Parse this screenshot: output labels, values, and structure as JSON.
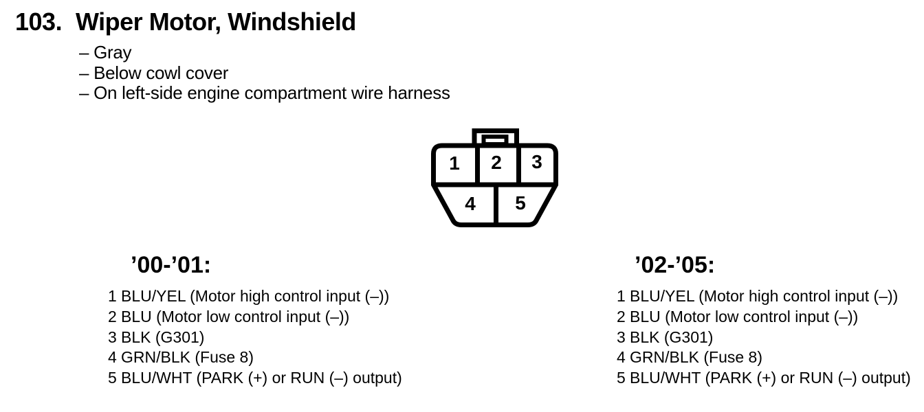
{
  "page": {
    "title_number": "103.",
    "title": "Wiper Motor, Windshield",
    "notes": [
      "– Gray",
      "– Below cowl cover",
      "– On left-side engine compartment wire harness"
    ],
    "background_color": "#ffffff",
    "text_color": "#000000"
  },
  "connector": {
    "description": "5-cavity connector, face view, locking tab on top",
    "outline_color": "#000000",
    "pins": [
      "1",
      "2",
      "3",
      "4",
      "5"
    ]
  },
  "pinouts": [
    {
      "years": "’00-’01:",
      "rows": [
        {
          "pin": "1",
          "desc": "BLU/YEL (Motor high control input (–))"
        },
        {
          "pin": "2",
          "desc": "BLU (Motor low control input (–))"
        },
        {
          "pin": "3",
          "desc": "BLK (G301)"
        },
        {
          "pin": "4",
          "desc": "GRN/BLK (Fuse 8)"
        },
        {
          "pin": "5",
          "desc": "BLU/WHT (PARK (+) or RUN (–) output)"
        }
      ]
    },
    {
      "years": "’02-’05:",
      "rows": [
        {
          "pin": "1",
          "desc": "BLU/YEL (Motor high control input (–))"
        },
        {
          "pin": "2",
          "desc": "BLU (Motor low control input (–))"
        },
        {
          "pin": "3",
          "desc": "BLK (G301)"
        },
        {
          "pin": "4",
          "desc": "GRN/BLK (Fuse 8)"
        },
        {
          "pin": "5",
          "desc": "BLU/WHT (PARK (+) or RUN (–) output)"
        }
      ]
    }
  ]
}
